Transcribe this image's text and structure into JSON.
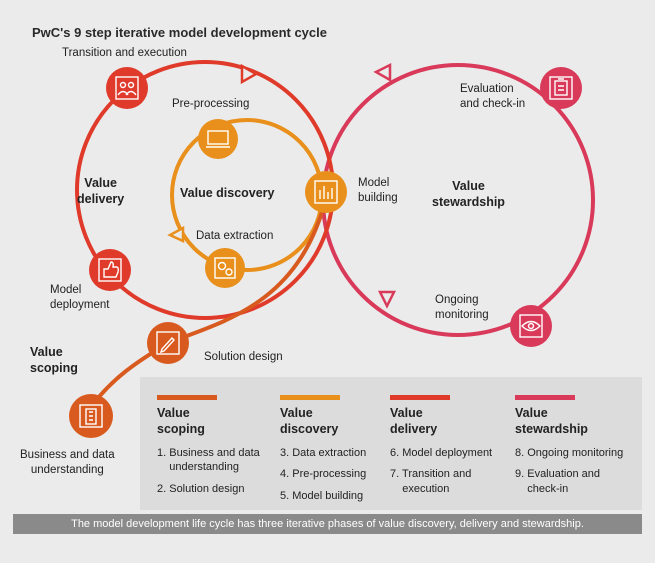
{
  "title": "PwC's 9 step iterative model development cycle",
  "colors": {
    "scoping": "#d85a1e",
    "discovery": "#e8901b",
    "delivery": "#e03a2a",
    "stewardship": "#d93a5a",
    "background": "#ebebeb",
    "caption_bg": "#8a8a8a"
  },
  "phases": {
    "delivery": "Value\ndelivery",
    "discovery": "Value discovery",
    "stewardship": "Value\nstewardship",
    "scoping": "Value\nscoping"
  },
  "steps": [
    {
      "label": "Transition and execution",
      "icon": "people-icon"
    },
    {
      "label": "Pre-processing",
      "icon": "monitor-icon"
    },
    {
      "label": "Model\nbuilding",
      "icon": "bar-chart-icon"
    },
    {
      "label": "Data extraction",
      "icon": "gears-icon"
    },
    {
      "label": "Model\ndeployment",
      "icon": "thumbs-up-icon"
    },
    {
      "label": "Solution design",
      "icon": "pencil-icon"
    },
    {
      "label": "Business and data\nunderstanding",
      "icon": "building-icon"
    },
    {
      "label": "Evaluation\nand check-in",
      "icon": "clipboard-icon"
    },
    {
      "label": "Ongoing\nmonitoring",
      "icon": "eye-icon"
    }
  ],
  "legend": [
    {
      "title": "Value\nscoping",
      "color": "#d85a1e",
      "items": [
        "1. Business and data\n    understanding",
        "2. Solution design"
      ]
    },
    {
      "title": "Value\ndiscovery",
      "color": "#e8901b",
      "items": [
        "3. Data extraction",
        "4. Pre-processing",
        "5. Model building"
      ]
    },
    {
      "title": "Value\ndelivery",
      "color": "#e03a2a",
      "items": [
        "6. Model deployment",
        "7. Transition and\n    execution"
      ]
    },
    {
      "title": "Value\nstewardship",
      "color": "#d93a5a",
      "items": [
        "8. Ongoing monitoring",
        "9. Evaluation and\n    check-in"
      ]
    }
  ],
  "caption": "The model development life cycle has three iterative phases of value discovery, delivery and stewardship."
}
